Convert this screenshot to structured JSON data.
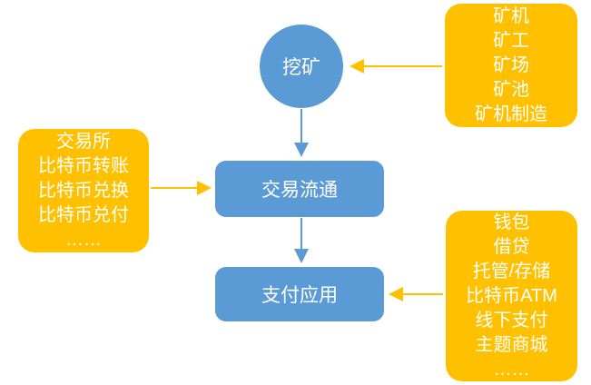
{
  "diagram": {
    "colors": {
      "node_blue": "#5B9BD5",
      "node_yellow": "#FFC000",
      "background": "#FFFFFF"
    },
    "nodes": {
      "mining": {
        "label": "挖矿",
        "shape": "circle"
      },
      "trading": {
        "label": "交易流通",
        "shape": "rounded-rect"
      },
      "payment": {
        "label": "支付应用",
        "shape": "rounded-rect"
      },
      "mining_suppliers": {
        "items": [
          "矿机",
          "矿工",
          "矿场",
          "矿池",
          "矿机制造"
        ]
      },
      "trading_services": {
        "items": [
          "交易所",
          "比特币转账",
          "比特币兑换",
          "比特币兑付",
          "……"
        ]
      },
      "payment_services": {
        "items": [
          "钱包",
          "借贷",
          "托管/存储",
          "比特币ATM",
          "线下支付",
          "主题商城",
          "……"
        ]
      }
    },
    "arrows": [
      {
        "from": "mining_suppliers",
        "to": "mining",
        "color": "#FFC000"
      },
      {
        "from": "mining",
        "to": "trading",
        "color": "#5B9BD5"
      },
      {
        "from": "trading_services",
        "to": "trading",
        "color": "#FFC000"
      },
      {
        "from": "trading",
        "to": "payment",
        "color": "#5B9BD5"
      },
      {
        "from": "payment_services",
        "to": "payment",
        "color": "#FFC000"
      }
    ]
  }
}
